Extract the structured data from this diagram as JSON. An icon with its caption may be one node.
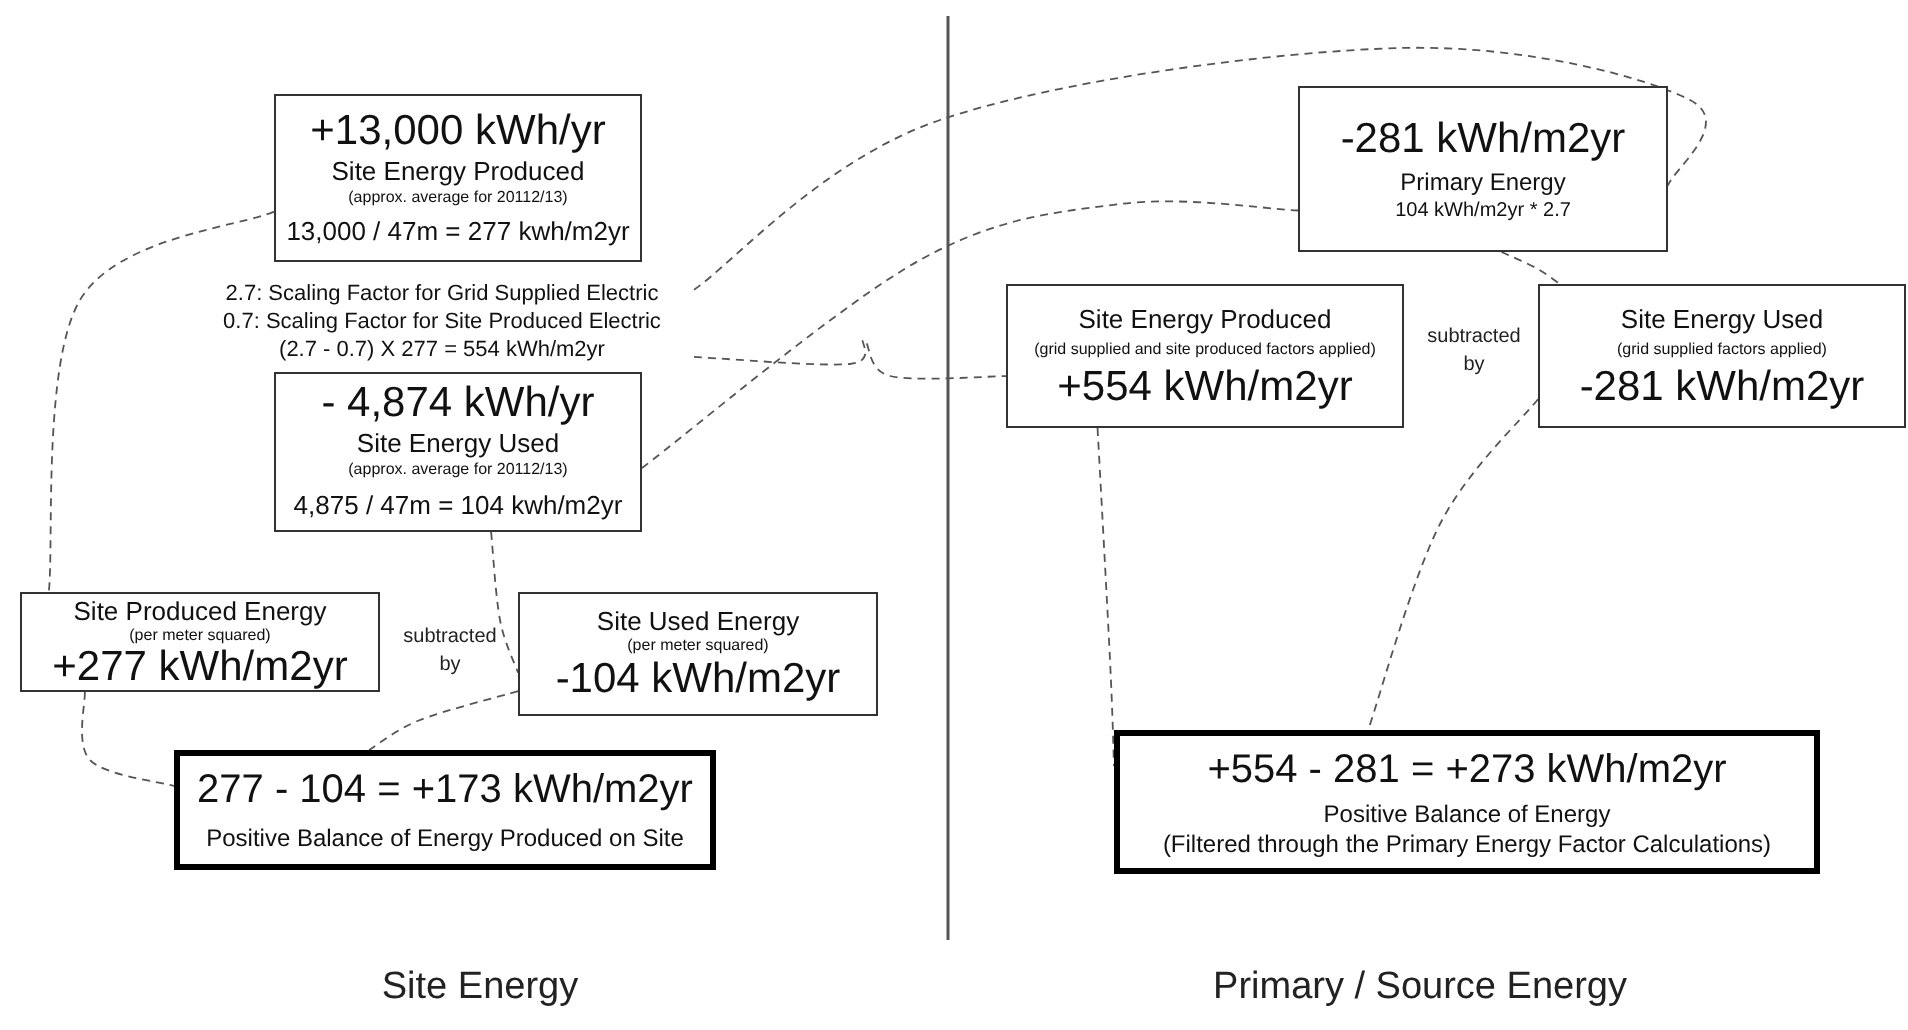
{
  "diagram": {
    "nodes": [
      {
        "text": [
          "+13,000 kWh/yr",
          "Site Energy Produced",
          "(approx. average for 20112/13)",
          "13,000 / 47m = 277 kwh/m2yr"
        ]
      },
      {
        "text": [
          "2.7: Scaling Factor for Grid Supplied Electric",
          "0.7: Scaling Factor for Site Produced Electric",
          "(2.7 - 0.7) X 277 = 554 kWh/m2yr"
        ]
      },
      {
        "text": [
          "- 4,874 kWh/yr",
          "Site Energy Used",
          "(approx. average for 20112/13)",
          "4,875 / 47m = 104 kwh/m2yr"
        ]
      },
      {
        "text": [
          "Site Produced Energy",
          "(per meter squared)",
          "+277 kWh/m2yr"
        ]
      },
      {
        "text": [
          "Site Used Energy",
          "(per meter squared)",
          "-104 kWh/m2yr"
        ]
      },
      {
        "text": [
          "277 - 104 = +173 kWh/m2yr",
          "Positive Balance of Energy Produced on Site"
        ]
      },
      {
        "text": [
          "-281 kWh/m2yr",
          "Primary Energy",
          "104 kWh/m2yr * 2.7"
        ]
      },
      {
        "text": [
          "Site Energy Produced",
          "(grid supplied and site produced factors applied)",
          "+554 kWh/m2yr"
        ]
      },
      {
        "text": [
          "Site Energy Used",
          "(grid supplied factors applied)",
          "-281 kWh/m2yr"
        ]
      },
      {
        "text": [
          "+554 - 281 = +273 kWh/m2yr",
          "Positive Balance of Energy",
          "(Filtered through the Primary Energy Factor Calculations)"
        ]
      }
    ],
    "edges": [
      {
        "from": 0,
        "to": 3,
        "arrow": "none",
        "style": "dashed"
      },
      {
        "from": 3,
        "to": 5,
        "arrow": "none",
        "style": "dashed"
      },
      {
        "from": 2,
        "to": 4,
        "arrow": "none",
        "style": "dashed"
      },
      {
        "from": 4,
        "to": 5,
        "arrow": "none",
        "style": "dashed"
      },
      {
        "from": 2,
        "to": 6,
        "arrow": "none",
        "style": "dashed"
      },
      {
        "from": 1,
        "to": 6,
        "arrow": "none",
        "style": "dashed"
      },
      {
        "from": 1,
        "to": 7,
        "arrow": "none",
        "style": "dashed"
      },
      {
        "from": 6,
        "to": 8,
        "arrow": "none",
        "style": "dashed"
      },
      {
        "from": 7,
        "to": 9,
        "arrow": "none",
        "style": "dashed"
      },
      {
        "from": 8,
        "to": 9,
        "arrow": "none",
        "style": "dashed"
      }
    ],
    "labels": [
      "subtracted by",
      "subtracted by",
      "Site Energy",
      "Primary / Source Energy"
    ]
  }
}
